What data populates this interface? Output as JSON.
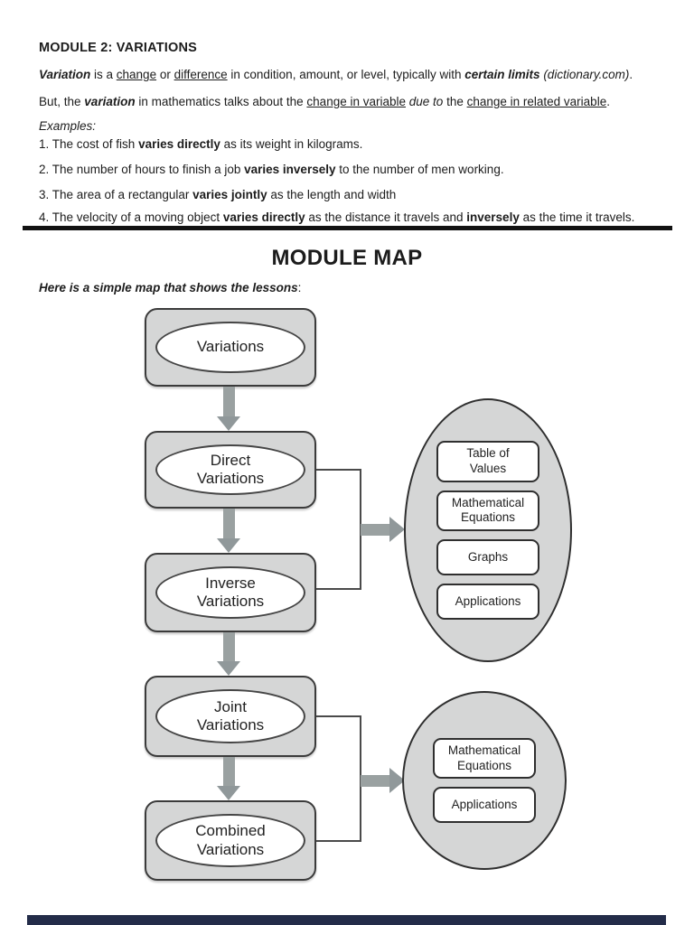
{
  "document": {
    "title": "MODULE 2: VARIATIONS",
    "intro_paragraphs": [
      {
        "segments": [
          {
            "t": "Variation",
            "b": 1,
            "i": 1
          },
          {
            "t": " is a "
          },
          {
            "t": "change",
            "u": 1
          },
          {
            "t": " or "
          },
          {
            "t": "difference",
            "u": 1
          },
          {
            "t": " in condition, amount, or level, typically with "
          },
          {
            "t": "certain limits",
            "b": 1,
            "i": 1
          },
          {
            "t": " "
          },
          {
            "t": "(dictionary.com)",
            "i": 1
          },
          {
            "t": "."
          }
        ]
      },
      {
        "segments": [
          {
            "t": "But, the "
          },
          {
            "t": "variation",
            "b": 1,
            "i": 1
          },
          {
            "t": " in mathematics talks about the "
          },
          {
            "t": "change in variable",
            "u": 1
          },
          {
            "t": " "
          },
          {
            "t": "due to",
            "i": 1
          },
          {
            "t": " the "
          },
          {
            "t": "change in related variable",
            "u": 1
          },
          {
            "t": "."
          }
        ]
      }
    ],
    "examples_label": "Examples:",
    "examples": [
      {
        "segments": [
          {
            "t": "1. The cost of fish "
          },
          {
            "t": "varies directly",
            "b": 1
          },
          {
            "t": " as its weight in kilograms."
          }
        ]
      },
      {
        "segments": [
          {
            "t": "2. The number of hours to finish a job "
          },
          {
            "t": "varies inversely",
            "b": 1
          },
          {
            "t": " to the number of men working."
          }
        ]
      },
      {
        "segments": [
          {
            "t": "3. The area of a rectangular "
          },
          {
            "t": "varies jointly",
            "b": 1
          },
          {
            "t": " as the length and width"
          }
        ]
      },
      {
        "segments": [
          {
            "t": "4. The velocity of a moving object "
          },
          {
            "t": "varies directly",
            "b": 1
          },
          {
            "t": " as the distance it travels and "
          },
          {
            "t": "inversely",
            "b": 1
          },
          {
            "t": " as the time it travels."
          }
        ]
      }
    ],
    "module_map": {
      "heading": "MODULE MAP",
      "caption_segments": [
        {
          "t": "Here is a simple map that shows the lessons",
          "b": 1,
          "i": 1
        },
        {
          "t": ":"
        }
      ],
      "flowchart": {
        "nodes": [
          {
            "label": "Variations"
          },
          {
            "label": "Direct\nVariations"
          },
          {
            "label": "Inverse\nVariations"
          },
          {
            "label": "Joint\nVariations"
          },
          {
            "label": "Combined\nVariations"
          }
        ],
        "lesson_groups": [
          {
            "items": [
              {
                "label": "Table of\nValues"
              },
              {
                "label": "Mathematical\nEquations"
              },
              {
                "label": "Graphs"
              },
              {
                "label": "Applications"
              }
            ]
          },
          {
            "items": [
              {
                "label": "Mathematical\nEquations"
              },
              {
                "label": "Applications"
              }
            ]
          }
        ]
      }
    },
    "colors": {
      "node_fill": "#d5d6d6",
      "node_border": "#3b3b3b",
      "arrow_gray": "#9aa1a1",
      "connector": "#4a4a4a",
      "footer_bar": "#232c49"
    }
  }
}
